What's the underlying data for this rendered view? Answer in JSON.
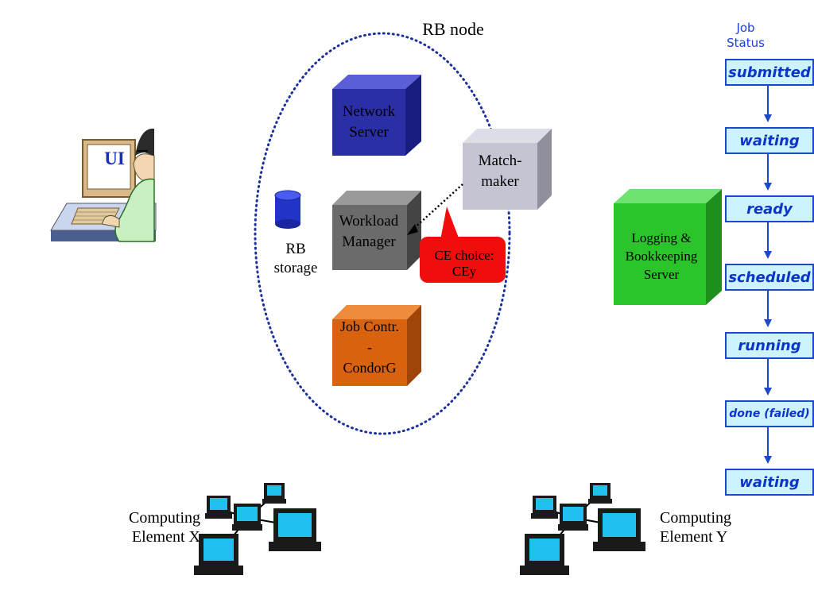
{
  "rb_node": {
    "title": "RB node",
    "network_server": [
      "Network",
      "Server"
    ],
    "matchmaker": [
      "Match-",
      "maker"
    ],
    "workload_manager": [
      "Workload",
      "Manager"
    ],
    "job_controller": [
      "Job Contr.",
      "-",
      "CondorG"
    ],
    "rb_storage": [
      "RB",
      "storage"
    ],
    "ce_choice": [
      "CE choice:",
      "CEy"
    ]
  },
  "ui_label": "UI",
  "logging_server": [
    "Logging &",
    "Bookkeeping",
    "Server"
  ],
  "job_status": {
    "title": [
      "Job",
      "Status"
    ],
    "states": [
      "submitted",
      "waiting",
      "ready",
      "scheduled",
      "running",
      "done (failed)",
      "waiting"
    ]
  },
  "computing_elements": {
    "x": [
      "Computing",
      "Element X"
    ],
    "y": [
      "Computing",
      "Element Y"
    ]
  },
  "colors": {
    "network_server": "#2b2fa6",
    "matchmaker": "#c4c5d2",
    "workload_manager": "#6b6b6b",
    "job_controller": "#d9620e",
    "logging_server": "#2bc42b",
    "ce_choice_callout": "#f20d0d",
    "status_box_fill": "#cdf3ff",
    "status_text": "#0b35c9",
    "rb_ellipse": "#1b2f9e"
  }
}
